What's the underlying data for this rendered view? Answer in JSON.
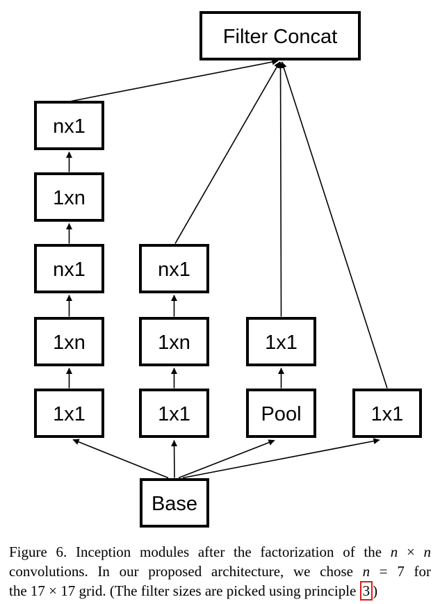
{
  "figure": {
    "nodes": [
      {
        "id": "filter-concat",
        "label": "Filter Concat"
      },
      {
        "id": "branch1-nx1-top",
        "label": "nx1"
      },
      {
        "id": "branch1-1xn-top",
        "label": "1xn"
      },
      {
        "id": "branch1-nx1",
        "label": "nx1"
      },
      {
        "id": "branch1-1xn",
        "label": "1xn"
      },
      {
        "id": "branch1-1x1",
        "label": "1x1"
      },
      {
        "id": "branch2-nx1",
        "label": "nx1"
      },
      {
        "id": "branch2-1xn",
        "label": "1xn"
      },
      {
        "id": "branch2-1x1",
        "label": "1x1"
      },
      {
        "id": "branch3-1x1",
        "label": "1x1"
      },
      {
        "id": "branch3-pool",
        "label": "Pool"
      },
      {
        "id": "branch4-1x1",
        "label": "1x1"
      },
      {
        "id": "base",
        "label": "Base"
      }
    ]
  },
  "caption": {
    "line1": {
      "t1": "Figure 6. Inception modules after the factorization of the ",
      "n1": "n",
      "t2": " × ",
      "n2": "n"
    },
    "line2": {
      "t1": "convolutions. In our proposed architecture, we chose ",
      "n1": "n",
      "t2": " = 7 for"
    },
    "line3": {
      "t1": "the 17 × 17 grid. (The filter sizes are picked using principle ",
      "ref": "3",
      "t2": ")"
    }
  },
  "colors": {
    "ink": "#000000",
    "background": "#ffffff",
    "citation_box_red": "#e01a1a"
  }
}
